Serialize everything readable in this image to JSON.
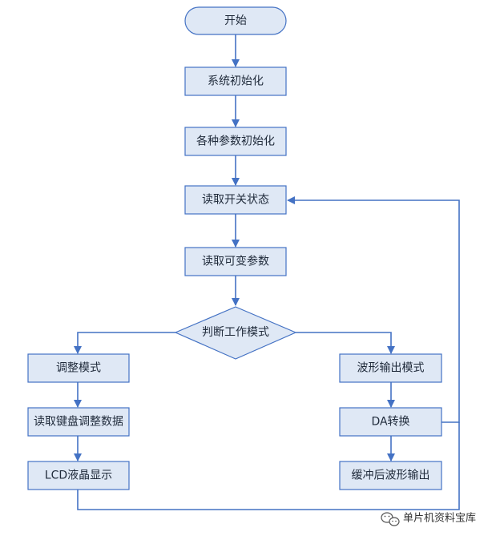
{
  "nodes": {
    "start": "开始",
    "system_init": "系统初始化",
    "params_init": "各种参数初始化",
    "read_switch": "读取开关状态",
    "read_variable": "读取可变参数",
    "judge_mode": "判断工作模式",
    "adjust_mode": "调整模式",
    "read_keypad": "读取键盘调整数据",
    "lcd_display": "LCD液晶显示",
    "wave_mode": "波形输出模式",
    "da_convert": "DA转换",
    "buffer_output": "缓冲后波形输出"
  },
  "watermark": {
    "text": "单片机资料宝库",
    "icon": "wechat-icon"
  },
  "colors": {
    "box_fill": "#dfe8f5",
    "box_stroke": "#4472c4",
    "line": "#4472c4",
    "text": "#1f2a3a"
  }
}
